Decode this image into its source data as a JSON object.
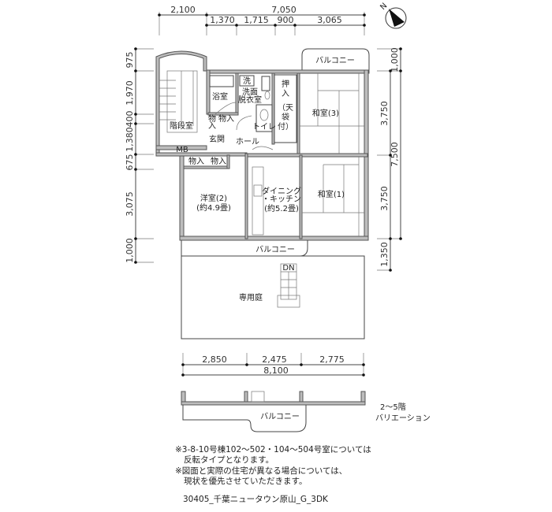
{
  "dimensions": {
    "top_overall": [
      "2,100",
      "7,050"
    ],
    "top_detail": [
      "1,370",
      "1,715",
      "900",
      "3,065"
    ],
    "left": [
      "975",
      "1,970",
      "400",
      "1,380",
      "675",
      "3,075",
      "1,000"
    ],
    "right": [
      "1,000",
      "3,750",
      "7,500",
      "3,750",
      "1,350"
    ],
    "bottom_detail": [
      "2,850",
      "2,475",
      "2,775"
    ],
    "bottom_overall": "8,100"
  },
  "compass": {
    "label": "N"
  },
  "rooms": {
    "balcony_top": "バルコニー",
    "bath": "浴室",
    "wash_mark": "洗",
    "washroom": [
      "洗面",
      "脱衣室"
    ],
    "closet_oshiire": [
      "押",
      "入",
      "（天",
      "袋",
      "付）"
    ],
    "toilet": "トイレ",
    "washitsu3": "和室(3)",
    "stairwell": "階段室",
    "storage_small1": [
      "物",
      "入"
    ],
    "storage_small2": "物入",
    "entrance": "玄関",
    "hall": "ホール",
    "mb": "MB",
    "storage_a": "物入",
    "storage_b": "物入",
    "yoshitsu2": [
      "洋室(2)",
      "(約4.9畳)"
    ],
    "dk": [
      "ダイニング",
      "・キッチン",
      "(約5.2畳)"
    ],
    "washitsu1": "和室(1)",
    "balcony_bottom": "バルコニー",
    "stairs_dn": "DN",
    "garden": "専用庭"
  },
  "variation": {
    "balcony": "バルコニー",
    "label": [
      "2～5階",
      "バリエーション"
    ]
  },
  "notes": [
    "※3-8-10号棟102～502・104～504号室については",
    "反転タイプとなります。",
    "※図面と実際の住宅が異なる場合については、",
    "現状を優先させていただきます。"
  ],
  "code": "30405_千葉ニュータウン原山_G_3DK"
}
